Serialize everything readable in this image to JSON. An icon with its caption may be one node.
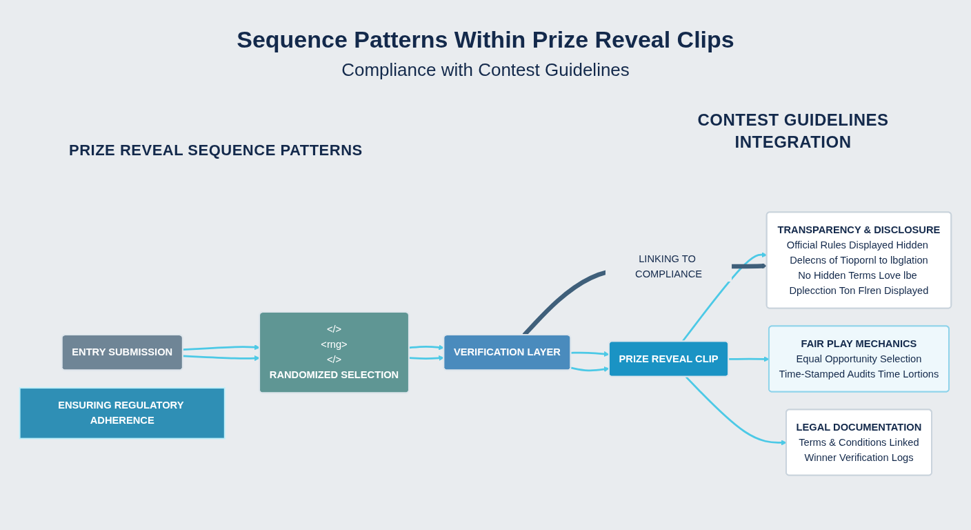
{
  "diagram": {
    "title": "Sequence Patterns Within Prize Reveal Clips",
    "nodes": [
      {
        "text": [
          "ENTRY SUBMISSION"
        ]
      },
      {
        "text": [
          "</>",
          "<rng>",
          "</>",
          "RANDOMIZED SELECTION"
        ]
      },
      {
        "text": [
          "VERIFICATION LAYER"
        ]
      },
      {
        "text": [
          "PRIZE REVEAL CLIP"
        ]
      },
      {
        "text": [
          "TRANSPARENCY & DISCLOSURE",
          "Official Rules Displayed Hidden Delecns of Tiopornl to lbglation",
          "No Hidden Terms Love lbe Dplecction Ton Flren Displayed"
        ]
      },
      {
        "text": [
          "FAIR PLAY MECHANICS",
          "Equal Opportunity Selection",
          "Time-Stamped Audits Time Lortions"
        ]
      },
      {
        "text": [
          "LEGAL DOCUMENTATION",
          "Terms & Conditions Linked",
          "Winner Verification Logs"
        ]
      },
      {
        "text": [
          "ENSURING REGULATORY ADHERENCE"
        ]
      }
    ],
    "edges": [
      {
        "from": 0,
        "to": 1,
        "arrow": "to"
      },
      {
        "from": 1,
        "to": 2,
        "arrow": "to"
      },
      {
        "from": 2,
        "to": 3,
        "arrow": "to"
      },
      {
        "from": 0,
        "to": 1,
        "arrow": "to"
      },
      {
        "from": 1,
        "to": 2,
        "arrow": "to"
      },
      {
        "from": 2,
        "to": 3,
        "arrow": "to"
      },
      {
        "from": 3,
        "to": 4,
        "arrow": "to"
      },
      {
        "from": 3,
        "to": 5,
        "arrow": "to"
      },
      {
        "from": 3,
        "to": 6,
        "arrow": "to"
      },
      {
        "from": 2,
        "to": 4,
        "arrow": "to",
        "label": "LINKING TO COMPLIANCE",
        "style": "thick",
        "color": "#3f5f7a"
      }
    ],
    "labels": [
      "Compliance with Contest Guidelines",
      "PRIZE REVEAL SEQUENCE PATTERNS",
      "CONTEST GUIDELINES INTEGRATION"
    ]
  }
}
